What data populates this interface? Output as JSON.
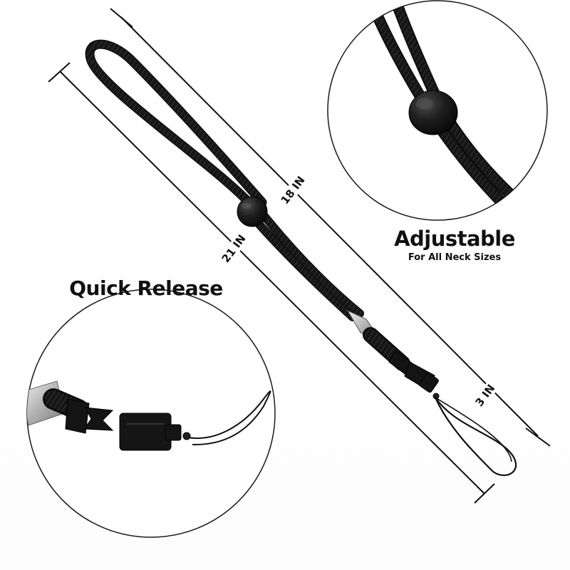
{
  "callouts": {
    "adjustable_title": "Adjustable",
    "adjustable_subtitle": "For All Neck Sizes",
    "quick_release_title": "Quick Release"
  },
  "dimensions": {
    "loop_length": "18 IN",
    "total_length": "21 IN",
    "string_length": "3 IN"
  },
  "colors": {
    "cord": "#161616",
    "highlight": "#3a3a3a",
    "metal": "#c9c9c9",
    "line": "#111111",
    "circle_border": "#1a1a1a"
  },
  "product": "black wrist lanyard with adjustable stopper bead, metal ferrule, quick-release buckle and phone string loop"
}
